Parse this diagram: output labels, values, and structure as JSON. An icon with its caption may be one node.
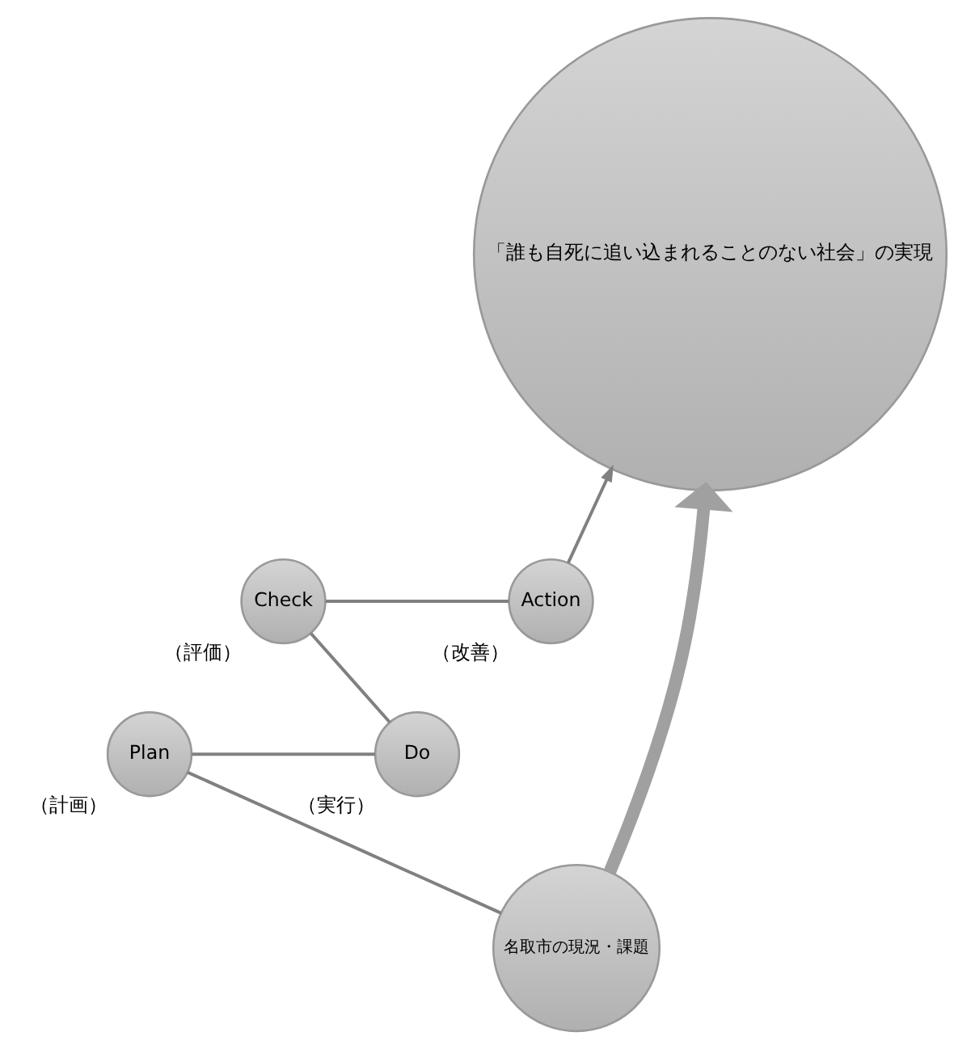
{
  "diagram": {
    "nodes": [
      {
        "text": [
          "「誰も自死に追い込まれることのない社会」の実現"
        ]
      },
      {
        "text": [
          "Check"
        ],
        "beside": [
          "（評価）"
        ]
      },
      {
        "text": [
          "Action"
        ],
        "beside": [
          "（改善）"
        ]
      },
      {
        "text": [
          "Plan"
        ],
        "beside": [
          "（計画）"
        ]
      },
      {
        "text": [
          "Do"
        ],
        "beside": [
          "（実行）"
        ]
      },
      {
        "text": [
          "名取市の現況・課題"
        ]
      }
    ],
    "edges": [
      {
        "from": 5,
        "to": 3,
        "arrow": "none"
      },
      {
        "from": 3,
        "to": 4,
        "arrow": "none"
      },
      {
        "from": 4,
        "to": 1,
        "arrow": "none"
      },
      {
        "from": 1,
        "to": 2,
        "arrow": "none"
      },
      {
        "from": 2,
        "to": 0,
        "arrow": "to"
      },
      {
        "from": 5,
        "to": 0,
        "arrow": "to",
        "style": "thick",
        "color": "#a0a0a0"
      }
    ]
  }
}
